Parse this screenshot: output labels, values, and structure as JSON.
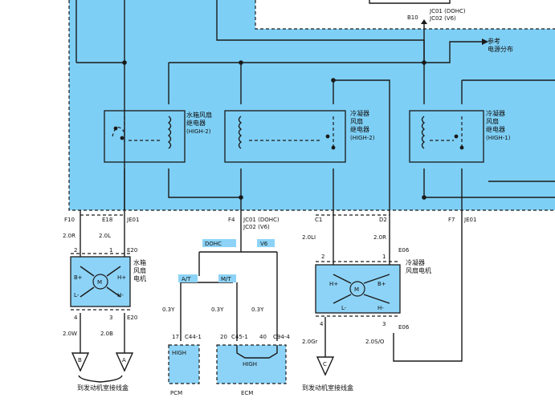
{
  "top": {
    "pin_b10": "B10",
    "conn_dohc": "JC01 (DOHC)",
    "conn_v6": "JC02 (V6)",
    "ref_line1": "参考",
    "ref_line2": "电源分布"
  },
  "relays": [
    {
      "name1": "水箱风扇",
      "name2": "继电器",
      "name3": "(HIGH-2)"
    },
    {
      "name1": "冷凝器",
      "name2": "风扇",
      "name3": "继电器",
      "name4": "(HIGH-2)"
    },
    {
      "name1": "冷凝器",
      "name2": "风扇",
      "name3": "继电器",
      "name4": "(HIGH-1)"
    }
  ],
  "pins": {
    "f10": "F10",
    "e18": "E18",
    "je01_l": "JE01",
    "f4": "F4",
    "jc01": "JC01 (DOHC)",
    "jc02": "JC02 (V6)",
    "c1": "C1",
    "d2": "D2",
    "f7": "F7",
    "je01_r": "JE01"
  },
  "wires": {
    "w1": "2.0R",
    "w2": "2.0L",
    "w3": "2.0LI",
    "w4": "2.0R",
    "w5": "2.0W",
    "w6": "2.0B",
    "w7": "0.3Y",
    "w8": "0.3Y",
    "w9": "0.3Y",
    "w10": "2.0Gr",
    "w11": "2.0S/O"
  },
  "radiator_motor": {
    "name1": "水箱",
    "name2": "风扇",
    "name3": "电机",
    "pin2": "2",
    "pin1": "1",
    "conn_top": "E20",
    "pin4": "4",
    "pin3": "3",
    "conn_bot": "E20",
    "bplus": "B+",
    "hplus": "H+",
    "lminus": "L-",
    "hminus": "H-",
    "m": "M"
  },
  "condenser_motor": {
    "name1": "冷凝器",
    "name2": "风扇电机",
    "pin2": "2",
    "pin1": "1",
    "conn_top": "E06",
    "pin4": "4",
    "pin3": "3",
    "conn_bot": "E06",
    "hplus": "H+",
    "bplus": "B+",
    "lminus": "L-",
    "hminus": "H-",
    "m": "M"
  },
  "engine": {
    "dohc": "DOHC",
    "v6": "V6",
    "at": "A/T",
    "mt": "M/T",
    "pcm_pin": "17",
    "pcm_conn": "C44-1",
    "ecm_pin1": "20",
    "ecm_conn1": "C45-1",
    "ecm_pin2": "40",
    "ecm_conn2": "C94-4",
    "pcm_high": "HIGH",
    "ecm_high": "HIGH",
    "pcm_label": "PCM",
    "ecm_label": "ECM"
  },
  "grounds": {
    "b": "B",
    "a": "A",
    "c": "C",
    "label_left": "到发动机室接线盒",
    "label_right": "到发动机室接线盒"
  },
  "colors": {
    "panel": "#7ecff5",
    "component": "#8dd3f7",
    "wire": "#1a1a1a"
  }
}
